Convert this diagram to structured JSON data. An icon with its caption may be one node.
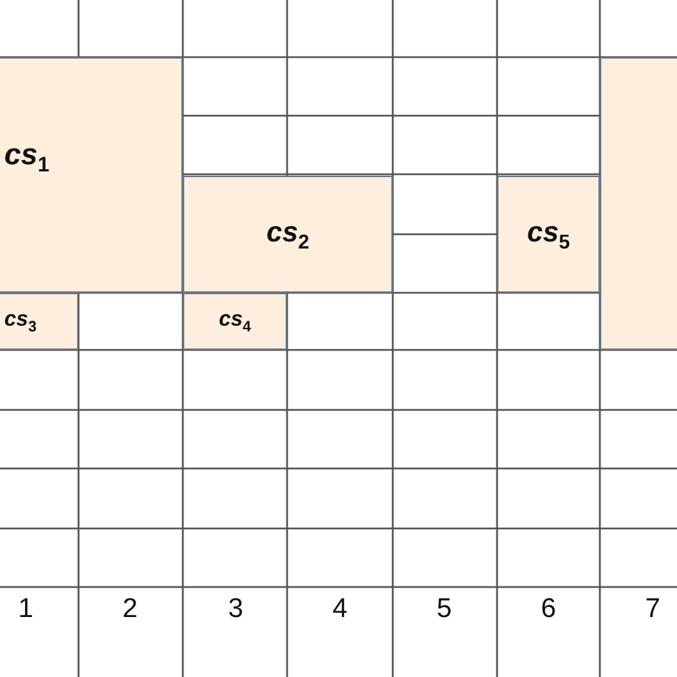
{
  "diagram": {
    "nodes": [
      {
        "text": [
          "cs$_{1}$"
        ]
      },
      {
        "text": [
          "cs$_{2}$"
        ]
      },
      {
        "text": [
          "cs$_{3}$"
        ]
      },
      {
        "text": [
          "cs$_{4}$"
        ]
      },
      {
        "text": [
          "cs$_{5}$"
        ]
      },
      {
        "text": [],
        "shape": "box"
      }
    ],
    "labels": [
      "1",
      "2",
      "3",
      "4",
      "5",
      "6",
      "7"
    ]
  }
}
